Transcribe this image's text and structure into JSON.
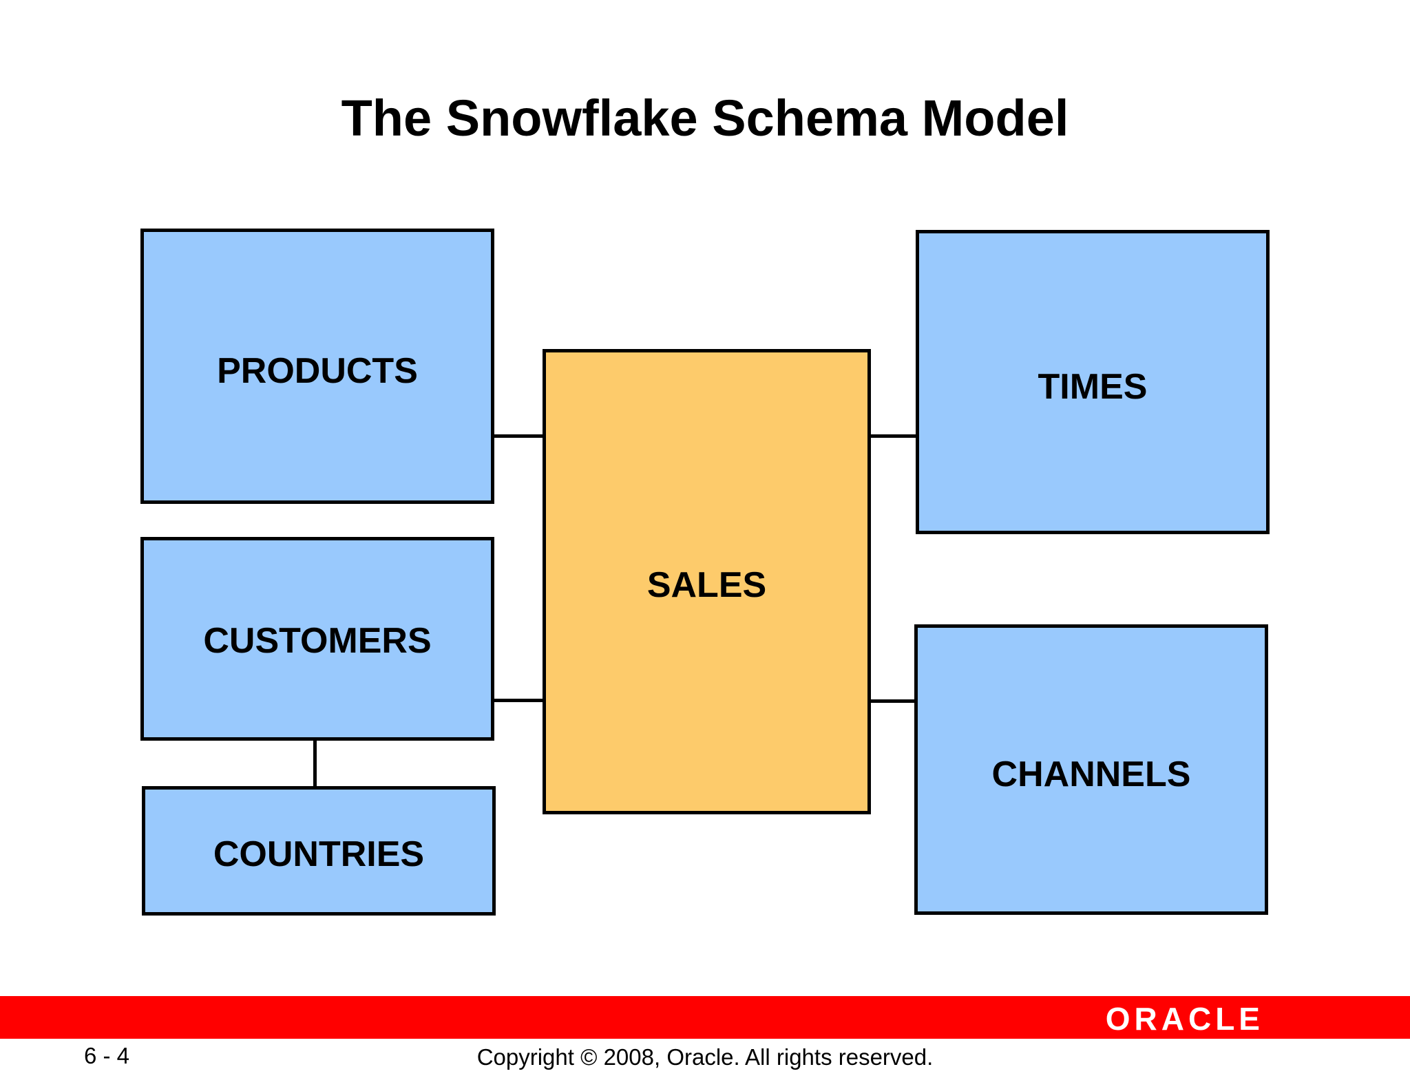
{
  "title": "The Snowflake Schema Model",
  "diagram": {
    "fact_table": {
      "label": "SALES"
    },
    "dimensions": {
      "products": {
        "label": "PRODUCTS"
      },
      "customers": {
        "label": "CUSTOMERS"
      },
      "countries": {
        "label": "COUNTRIES"
      },
      "times": {
        "label": "TIMES"
      },
      "channels": {
        "label": "CHANNELS"
      }
    },
    "relationships": [
      {
        "from": "PRODUCTS",
        "to": "SALES"
      },
      {
        "from": "CUSTOMERS",
        "to": "SALES"
      },
      {
        "from": "COUNTRIES",
        "to": "CUSTOMERS"
      },
      {
        "from": "TIMES",
        "to": "SALES"
      },
      {
        "from": "CHANNELS",
        "to": "SALES"
      }
    ]
  },
  "footer": {
    "page_number": "6 - 4",
    "copyright": "Copyright © 2008, Oracle. All rights reserved.",
    "logo_text": "ORACLE"
  },
  "colors": {
    "dimension_fill": "#99c9fd",
    "fact_fill": "#fdcb6b",
    "band": "#ff0000"
  }
}
